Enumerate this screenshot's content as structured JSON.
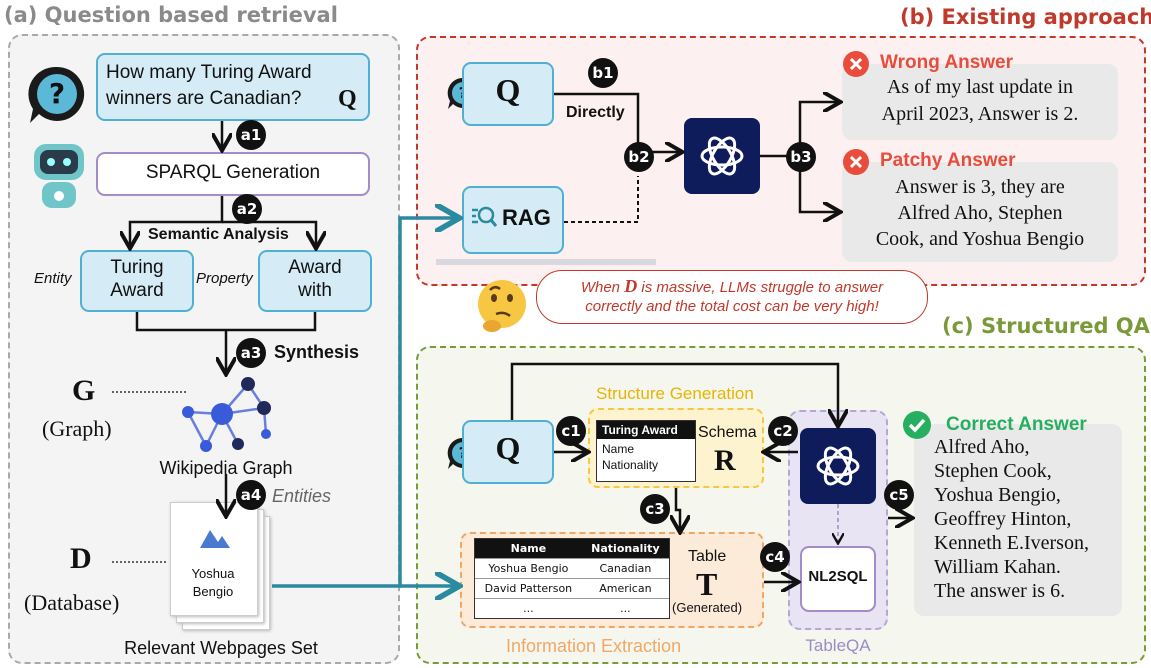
{
  "sections": {
    "a": "(a) Question based retrieval",
    "b": "(b) Existing approach",
    "c": "(c) Structured QA"
  },
  "question": {
    "line1": "How many Turing Award",
    "line2": "winners are Canadian?",
    "q": "Q"
  },
  "badges": [
    "a1",
    "a2",
    "a3",
    "a4",
    "b1",
    "b2",
    "b3",
    "c1",
    "c2",
    "c3",
    "c4",
    "c5"
  ],
  "sparql": "SPARQL Generation",
  "semantic_analysis": "Semantic Analysis",
  "entity_label": "Entity",
  "property_label": "Property",
  "turing_award": [
    "Turing",
    "Award"
  ],
  "award_with": [
    "Award",
    "with"
  ],
  "synthesis": "Synthesis",
  "graph_letter": "G",
  "graph_caption": "(Graph)",
  "wikipedia_graph": "Wikipedia Graph",
  "entities": "Entities",
  "db_letter": "D",
  "db_caption": "(Database)",
  "doc_name": [
    "Yoshua",
    "Bengio"
  ],
  "webpages_set": "Relevant Webpages Set",
  "existing": {
    "q": "Q",
    "directly": "Directly",
    "rag": "RAG",
    "wrong_title": "Wrong Answer",
    "wrong_text": [
      "As of my last update in",
      "April 2023, Answer is 2."
    ],
    "patchy_title": "Patchy Answer",
    "patchy_text": [
      "Answer is 3, they are",
      "Alfred Aho, Stephen",
      "Cook, and Yoshua Bengio"
    ]
  },
  "warning": {
    "line1_pre": "When ",
    "line1_d": "D",
    "line1_post": " is massive, LLMs struggle to answer",
    "line2": "correctly and the total cost can be very high!"
  },
  "structured": {
    "structure_generation": "Structure Generation",
    "q": "Q",
    "schema_table_header": "Turing Award",
    "schema_fields": [
      "Name",
      "Nationality"
    ],
    "schema_label": "Schema",
    "schema_letter": "R",
    "table_headers": [
      "Name",
      "Nationality"
    ],
    "table_rows": [
      [
        "Yoshua Bengio",
        "Canadian"
      ],
      [
        "David Patterson",
        "American"
      ],
      [
        "...",
        "..."
      ]
    ],
    "table_label": "Table",
    "table_letter": "T",
    "table_generated": "(Generated)",
    "information_extraction": "Information Extraction",
    "nl2sql": "NL2SQL",
    "tableqa": "TableQA",
    "correct_title": "Correct Answer",
    "correct_text": [
      "Alfred Aho,",
      "Stephen Cook,",
      "Yoshua Bengio,",
      "Geoffrey Hinton,",
      "Kenneth E.Iverson,",
      "William Kahan.",
      "The answer is 6."
    ]
  },
  "colors": {
    "panel_a": "#a9a9a9",
    "panel_b": "#c0392b",
    "panel_c": "#7a9a3a",
    "blue_box": "#d5ecf6",
    "gpt": "#0f1c5c",
    "teal_arrow": "#2a8aa0",
    "correct": "#27ae60",
    "wrong": "#e74c3c",
    "yellow": "#f7c744",
    "orange": "#f0a868",
    "lavender": "#b4a7d6"
  }
}
